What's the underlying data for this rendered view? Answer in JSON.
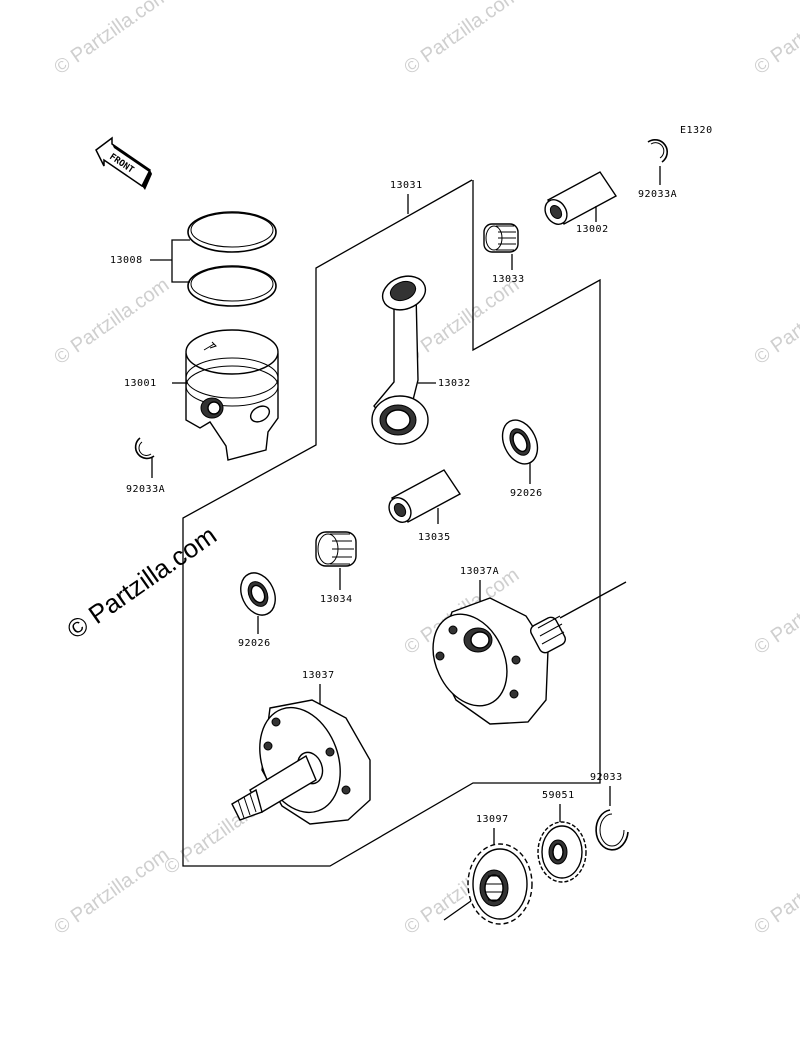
{
  "diagram": {
    "ref_code": "E1320",
    "front_label": "FRONT",
    "watermark_large": "© Partzilla.com",
    "watermark_small": "© Partzilla.com",
    "parts": {
      "p13031": "13031",
      "p13002": "13002",
      "p92033A_top": "92033A",
      "p13033": "13033",
      "p13008": "13008",
      "p13001": "13001",
      "p13032": "13032",
      "p92033A_left": "92033A",
      "p92026_right": "92026",
      "p13035": "13035",
      "p13034": "13034",
      "p92026_left": "92026",
      "p13037A": "13037A",
      "p13037": "13037",
      "p92033": "92033",
      "p59051": "59051",
      "p13097": "13097"
    }
  }
}
